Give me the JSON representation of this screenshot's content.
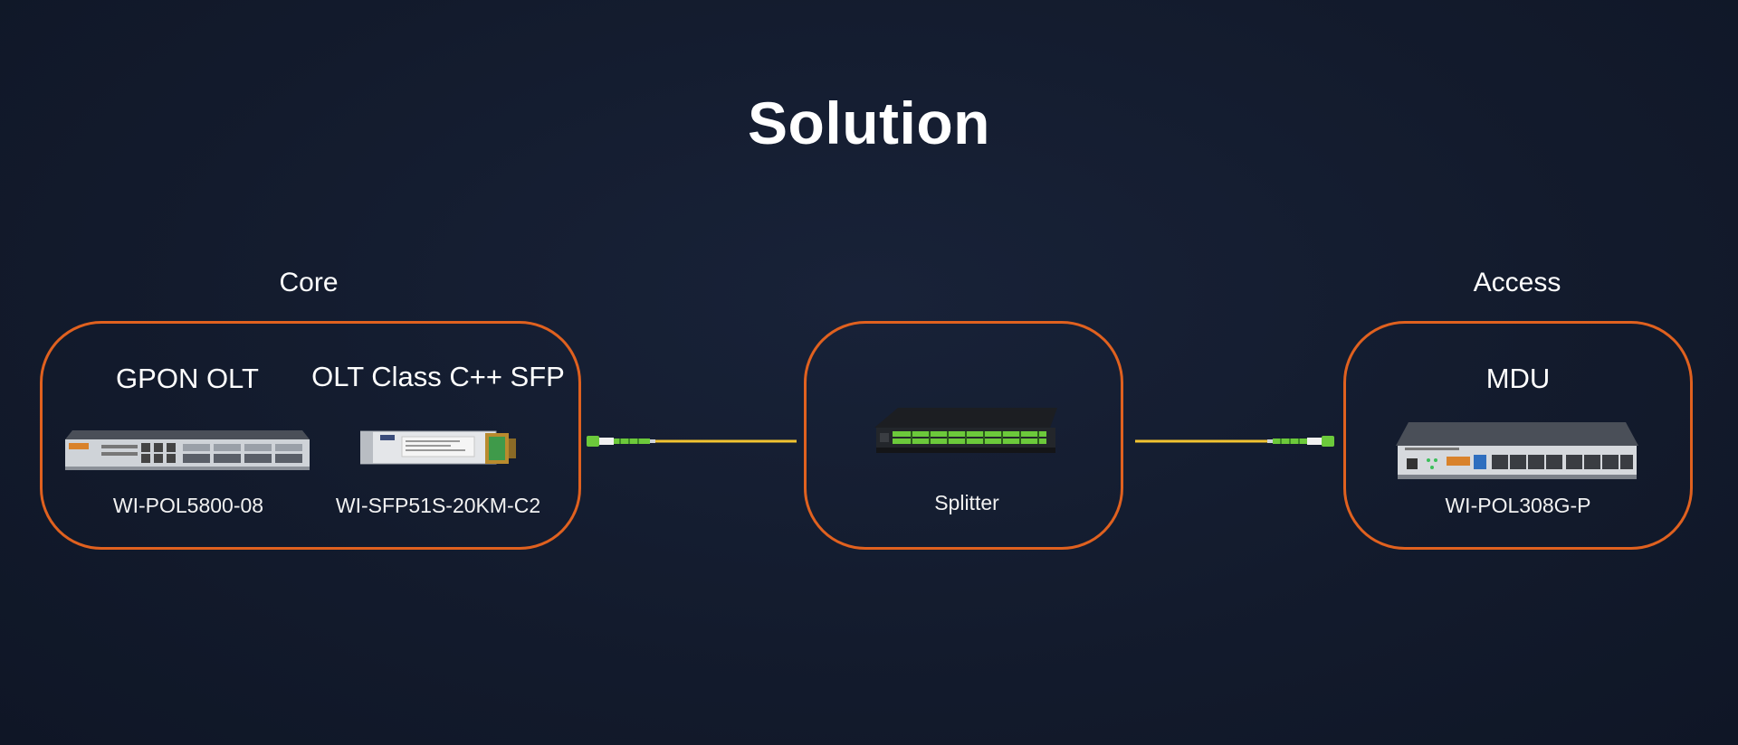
{
  "title": "Solution",
  "groups": {
    "core": "Core",
    "access": "Access"
  },
  "devices": {
    "olt": {
      "title": "GPON OLT",
      "model": "WI-POL5800-08"
    },
    "sfp": {
      "title": "OLT Class C++ SFP",
      "model": "WI-SFP51S-20KM-C2"
    },
    "splitter": {
      "model": "Splitter"
    },
    "mdu": {
      "title": "MDU",
      "model": "WI-POL308G-P"
    }
  },
  "colors": {
    "box_border": "#e0611f",
    "fiber": "#f2c431",
    "connector": "#6cc93b",
    "background": "#131b2d"
  }
}
